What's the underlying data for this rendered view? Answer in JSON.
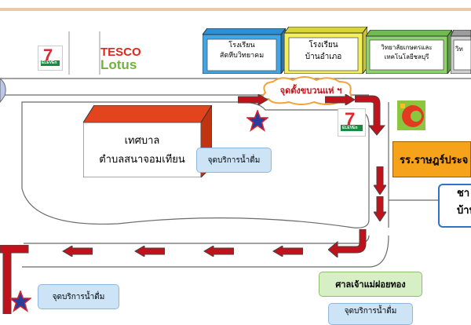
{
  "map": {
    "stores": {
      "seven_eleven_top": {
        "brand": "7",
        "sub": "ELEVEn"
      },
      "tesco": {
        "line1": "TESCO",
        "line2": "Lotus"
      },
      "seven_eleven_mid": {
        "brand": "7",
        "sub": "ELEVEn"
      }
    },
    "buildings": {
      "school1": {
        "line1": "โรงเรียน",
        "line2": "สัตหีบวิทยาคม",
        "color": "#3fa7e8"
      },
      "school2": {
        "line1": "โรงเรียน",
        "line2": "บ้านอำเภอ",
        "color": "#f4f05a"
      },
      "college": {
        "line1": "วิทยาลัยเกษตรและ",
        "line2": "เทคโนโลยีชลบุรี",
        "color": "#8bd36a"
      },
      "college_partial": {
        "line1": "วิท",
        "color": "#e8e8e8"
      },
      "municipal": {
        "line1": "เทศบาล",
        "line2": "ตำบลสนาจอมเทียน",
        "color": "#e2451e"
      },
      "school_ratsadon": {
        "label": "รร.ราษฎร์ประจ",
        "color": "#f7a21b"
      },
      "partial_right": {
        "line1": "ชา",
        "line2": "บ้าน",
        "color": "#2f73c7"
      }
    },
    "callouts": {
      "parade_start": "จุดตั้งขบวนแห่ ฯ",
      "water_point_1": "จุดบริการน้ำดื่ม",
      "water_point_2": "จุดบริการน้ำดื่ม",
      "shrine": "ศาลเจ้าแม่ฝอยทอง",
      "water_point_3": "จุดบริการน้ำดื่ม"
    },
    "colors": {
      "route_arrow": "#c0121b",
      "star": "#2b3d9c",
      "star_outline": "#d8232a"
    }
  }
}
